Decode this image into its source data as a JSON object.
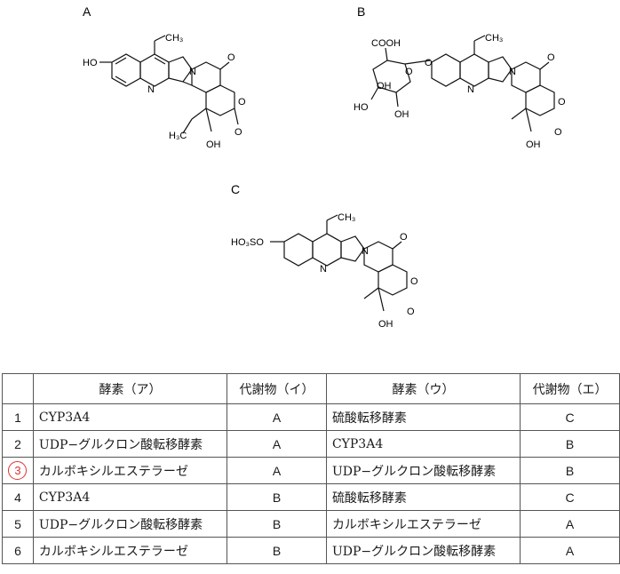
{
  "structures": {
    "A": {
      "label": "A",
      "ethyl": "CH₃",
      "hydroxy": "HO",
      "carbonyl": "O",
      "ring_o": "O",
      "nitrogen": "N",
      "n_ring": "N",
      "side_ethyl": "H₃C",
      "side_oh": "OH",
      "lactone_o": "O"
    },
    "B": {
      "label": "B",
      "cooh": "COOH",
      "sugar_o": "O",
      "link_o": "O",
      "oh1": "OH",
      "oh2": "HO",
      "oh3": "OH",
      "ethyl": "CH₃",
      "carbonyl": "O",
      "nitrogen": "N",
      "n_ring": "N",
      "side_oh": "OH",
      "ring_o": "O",
      "lactone_o": "O"
    },
    "C": {
      "label": "C",
      "sulfo": "HO₃SO",
      "ethyl": "CH₃",
      "carbonyl": "O",
      "nitrogen": "N",
      "n_ring": "N",
      "side_oh": "OH",
      "ring_o": "O",
      "lactone_o": "O"
    }
  },
  "table": {
    "headers": [
      "",
      "酵素（ア）",
      "代謝物（イ）",
      "酵素（ウ）",
      "代謝物（エ）"
    ],
    "rows": [
      {
        "no": "1",
        "a": "CYP3A4",
        "i": "A",
        "u": "硫酸転移酵素",
        "e": "C",
        "selected": false
      },
      {
        "no": "2",
        "a": "UDP−グルクロン酸転移酵素",
        "i": "A",
        "u": "CYP3A4",
        "e": "B",
        "selected": false
      },
      {
        "no": "3",
        "a": "カルボキシルエステラーゼ",
        "i": "A",
        "u": "UDP−グルクロン酸転移酵素",
        "e": "B",
        "selected": true
      },
      {
        "no": "4",
        "a": "CYP3A4",
        "i": "B",
        "u": "硫酸転移酵素",
        "e": "C",
        "selected": false
      },
      {
        "no": "5",
        "a": "UDP−グルクロン酸転移酵素",
        "i": "B",
        "u": "カルボキシルエステラーゼ",
        "e": "A",
        "selected": false
      },
      {
        "no": "6",
        "a": "カルボキシルエステラーゼ",
        "i": "B",
        "u": "UDP−グルクロン酸転移酵素",
        "e": "A",
        "selected": false
      }
    ]
  },
  "colors": {
    "selection_circle": "#dd3333",
    "bond": "#111111"
  }
}
